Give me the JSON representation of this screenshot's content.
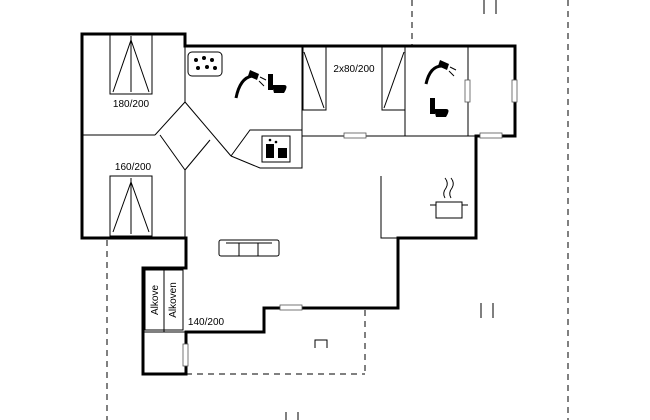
{
  "plan": {
    "rooms": [
      {
        "id": "bed1",
        "label": "180/200"
      },
      {
        "id": "bed2",
        "label": "160/200"
      },
      {
        "id": "bed3",
        "label": "2x80/200"
      },
      {
        "id": "alcove",
        "label": "140/200"
      }
    ],
    "alcove_tags": [
      "Alkove",
      "Alkoven"
    ]
  }
}
